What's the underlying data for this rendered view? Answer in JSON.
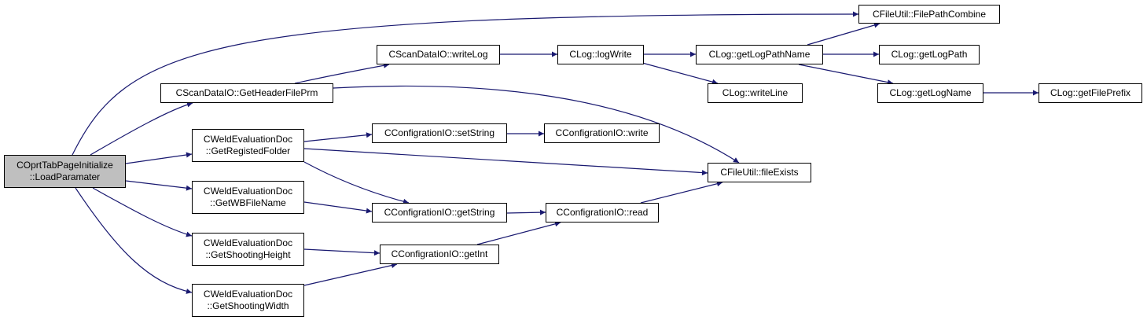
{
  "colors": {
    "edge": "#191970",
    "root_fill": "#bfbfbf",
    "node_fill": "#ffffff",
    "border": "#000000"
  },
  "nodes": [
    {
      "id": "root",
      "lines": [
        "COprtTabPageInitialize",
        "::LoadParamater"
      ]
    },
    {
      "id": "fpc",
      "lines": [
        "CFileUtil::FilePathCombine"
      ]
    },
    {
      "id": "wlog",
      "lines": [
        "CScanDataIO::writeLog"
      ]
    },
    {
      "id": "logw",
      "lines": [
        "CLog::logWrite"
      ]
    },
    {
      "id": "glpn",
      "lines": [
        "CLog::getLogPathName"
      ]
    },
    {
      "id": "glp",
      "lines": [
        "CLog::getLogPath"
      ]
    },
    {
      "id": "ghfp",
      "lines": [
        "CScanDataIO::GetHeaderFilePrm"
      ]
    },
    {
      "id": "wline",
      "lines": [
        "CLog::writeLine"
      ]
    },
    {
      "id": "gln",
      "lines": [
        "CLog::getLogName"
      ]
    },
    {
      "id": "gfp",
      "lines": [
        "CLog::getFilePrefix"
      ]
    },
    {
      "id": "grf",
      "lines": [
        "CWeldEvaluationDoc",
        "::GetRegistedFolder"
      ]
    },
    {
      "id": "sets",
      "lines": [
        "CConfigrationIO::setString"
      ]
    },
    {
      "id": "write",
      "lines": [
        "CConfigrationIO::write"
      ]
    },
    {
      "id": "fex",
      "lines": [
        "CFileUtil::fileExists"
      ]
    },
    {
      "id": "gwb",
      "lines": [
        "CWeldEvaluationDoc",
        "::GetWBFileName"
      ]
    },
    {
      "id": "gets",
      "lines": [
        "CConfigrationIO::getString"
      ]
    },
    {
      "id": "read",
      "lines": [
        "CConfigrationIO::read"
      ]
    },
    {
      "id": "gsh",
      "lines": [
        "CWeldEvaluationDoc",
        "::GetShootingHeight"
      ]
    },
    {
      "id": "geti",
      "lines": [
        "CConfigrationIO::getInt"
      ]
    },
    {
      "id": "gsw",
      "lines": [
        "CWeldEvaluationDoc",
        "::GetShootingWidth"
      ]
    }
  ],
  "edges": [
    [
      "root",
      "fpc"
    ],
    [
      "root",
      "ghfp"
    ],
    [
      "root",
      "grf"
    ],
    [
      "root",
      "gwb"
    ],
    [
      "root",
      "gsh"
    ],
    [
      "root",
      "gsw"
    ],
    [
      "ghfp",
      "wlog"
    ],
    [
      "ghfp",
      "fex"
    ],
    [
      "wlog",
      "logw"
    ],
    [
      "logw",
      "glpn"
    ],
    [
      "logw",
      "wline"
    ],
    [
      "glpn",
      "fpc"
    ],
    [
      "glpn",
      "glp"
    ],
    [
      "glpn",
      "gln"
    ],
    [
      "gln",
      "gfp"
    ],
    [
      "grf",
      "sets"
    ],
    [
      "grf",
      "fex"
    ],
    [
      "grf",
      "gets"
    ],
    [
      "sets",
      "write"
    ],
    [
      "gwb",
      "gets"
    ],
    [
      "gets",
      "read"
    ],
    [
      "read",
      "fex"
    ],
    [
      "gsh",
      "geti"
    ],
    [
      "gsw",
      "geti"
    ],
    [
      "geti",
      "read"
    ]
  ]
}
